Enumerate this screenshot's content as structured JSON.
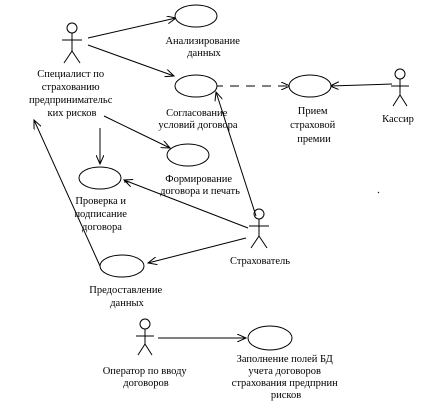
{
  "actors": {
    "specialist": [
      "Специалист по",
      "страхованию",
      "предпринимательс",
      "ких рисков"
    ],
    "cashier": [
      "Кассир"
    ],
    "insurer": [
      "Страхователь"
    ],
    "operator": [
      "Оператор по вводу",
      "договоров"
    ]
  },
  "use_cases": {
    "analysis": [
      "Анализирование",
      "данных"
    ],
    "approval": [
      "Согласование",
      "условий договора"
    ],
    "premium": [
      "Прием",
      "страховой",
      "премии"
    ],
    "formation": [
      "Формирование",
      "договора и печать"
    ],
    "signing": [
      "Проверка и",
      "подписание",
      "договора"
    ],
    "provision": [
      "Предоставление",
      "данных"
    ],
    "db_fill": [
      "Заполнение полей БД",
      "учета договоров",
      "страхования предпрнин",
      "рисков"
    ]
  }
}
